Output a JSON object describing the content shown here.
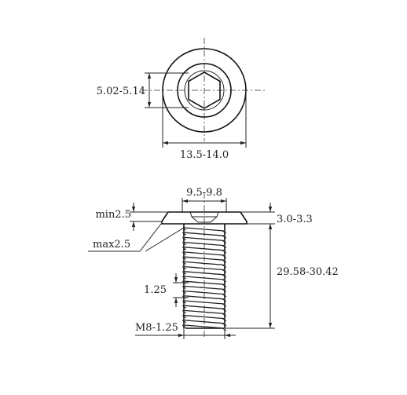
{
  "top_view": {
    "hex_socket_dim": "5.02-5.14",
    "head_diameter_dim": "13.5-14.0"
  },
  "side_view": {
    "socket_width_dim": "9.5-9.8",
    "min_dim": "min2.5",
    "max_dim": "max2.5",
    "head_height_dim": "3.0-3.3",
    "length_dim": "29.58-30.42",
    "pitch_dim": "1.25",
    "thread_dim": "M8-1.25"
  }
}
